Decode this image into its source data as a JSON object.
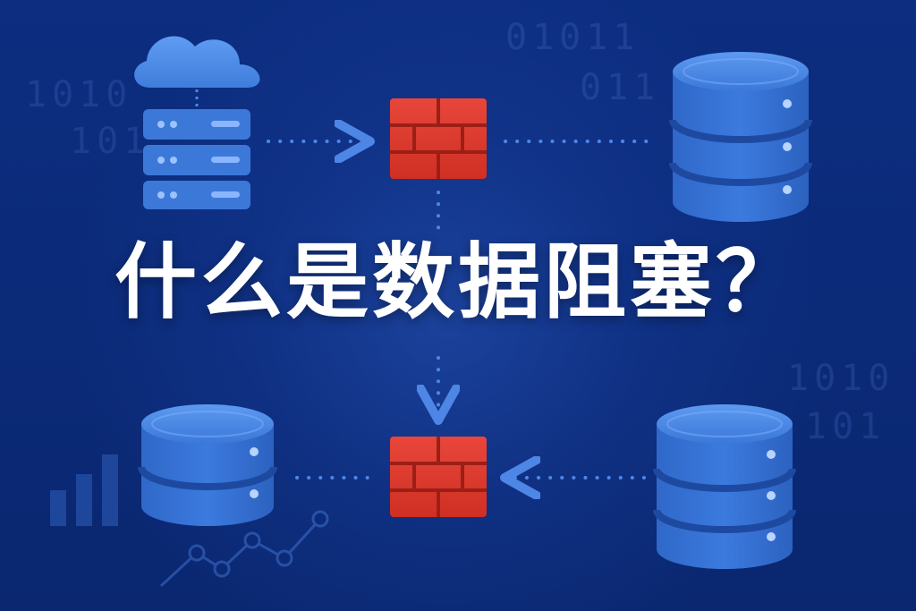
{
  "title": "什么是数据阻塞？",
  "binary": {
    "top_right_1": "01011",
    "top_right_2": "011",
    "left_1": "1010",
    "left_2": "101",
    "right_1": "1010",
    "right_2": "101"
  },
  "colors": {
    "background": "#0b2a78",
    "database": "#3a78d8",
    "firewall": "#e23b2e",
    "connector": "#4e86e6",
    "text": "#ffffff"
  },
  "icons": {
    "cloud": "cloud-icon",
    "server": "server-icon",
    "firewall": "firewall-icon",
    "database": "database-icon",
    "chart": "bar-chart-icon",
    "line_chart": "line-chart-icon"
  }
}
